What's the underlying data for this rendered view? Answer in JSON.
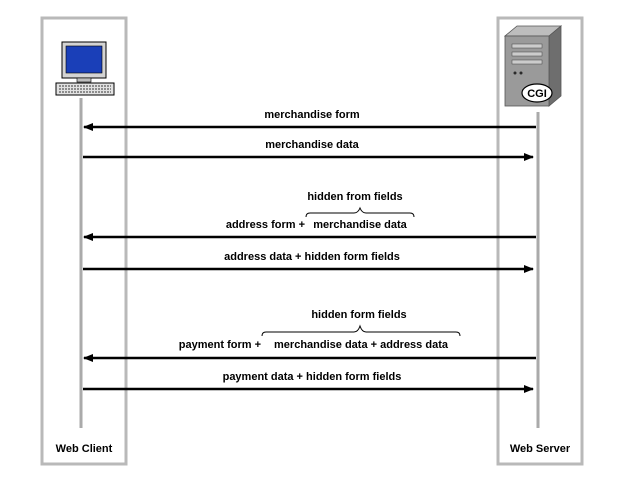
{
  "participants": {
    "client": {
      "label": "Web Client"
    },
    "server": {
      "label": "Web Server",
      "badge": "CGI"
    }
  },
  "colors": {
    "box_border": "#b9b9b9",
    "lifeline": "#aaaaaa",
    "arrow": "#000000",
    "monitor_screen": "#1a3fb8",
    "server_body": "#9a9a9a"
  },
  "messages": [
    {
      "label": "merchandise form",
      "direction": "server-to-client"
    },
    {
      "label": "merchandise data",
      "direction": "client-to-server"
    },
    {
      "label_prefix": "address form + ",
      "label_braced": "merchandise data",
      "brace_caption": "hidden from fields",
      "direction": "server-to-client"
    },
    {
      "label": "address data + hidden form fields",
      "direction": "client-to-server"
    },
    {
      "label_prefix": "payment form + ",
      "label_braced": "merchandise data + address data",
      "brace_caption": "hidden form fields",
      "direction": "server-to-client"
    },
    {
      "label": "payment data + hidden form fields",
      "direction": "client-to-server"
    }
  ]
}
